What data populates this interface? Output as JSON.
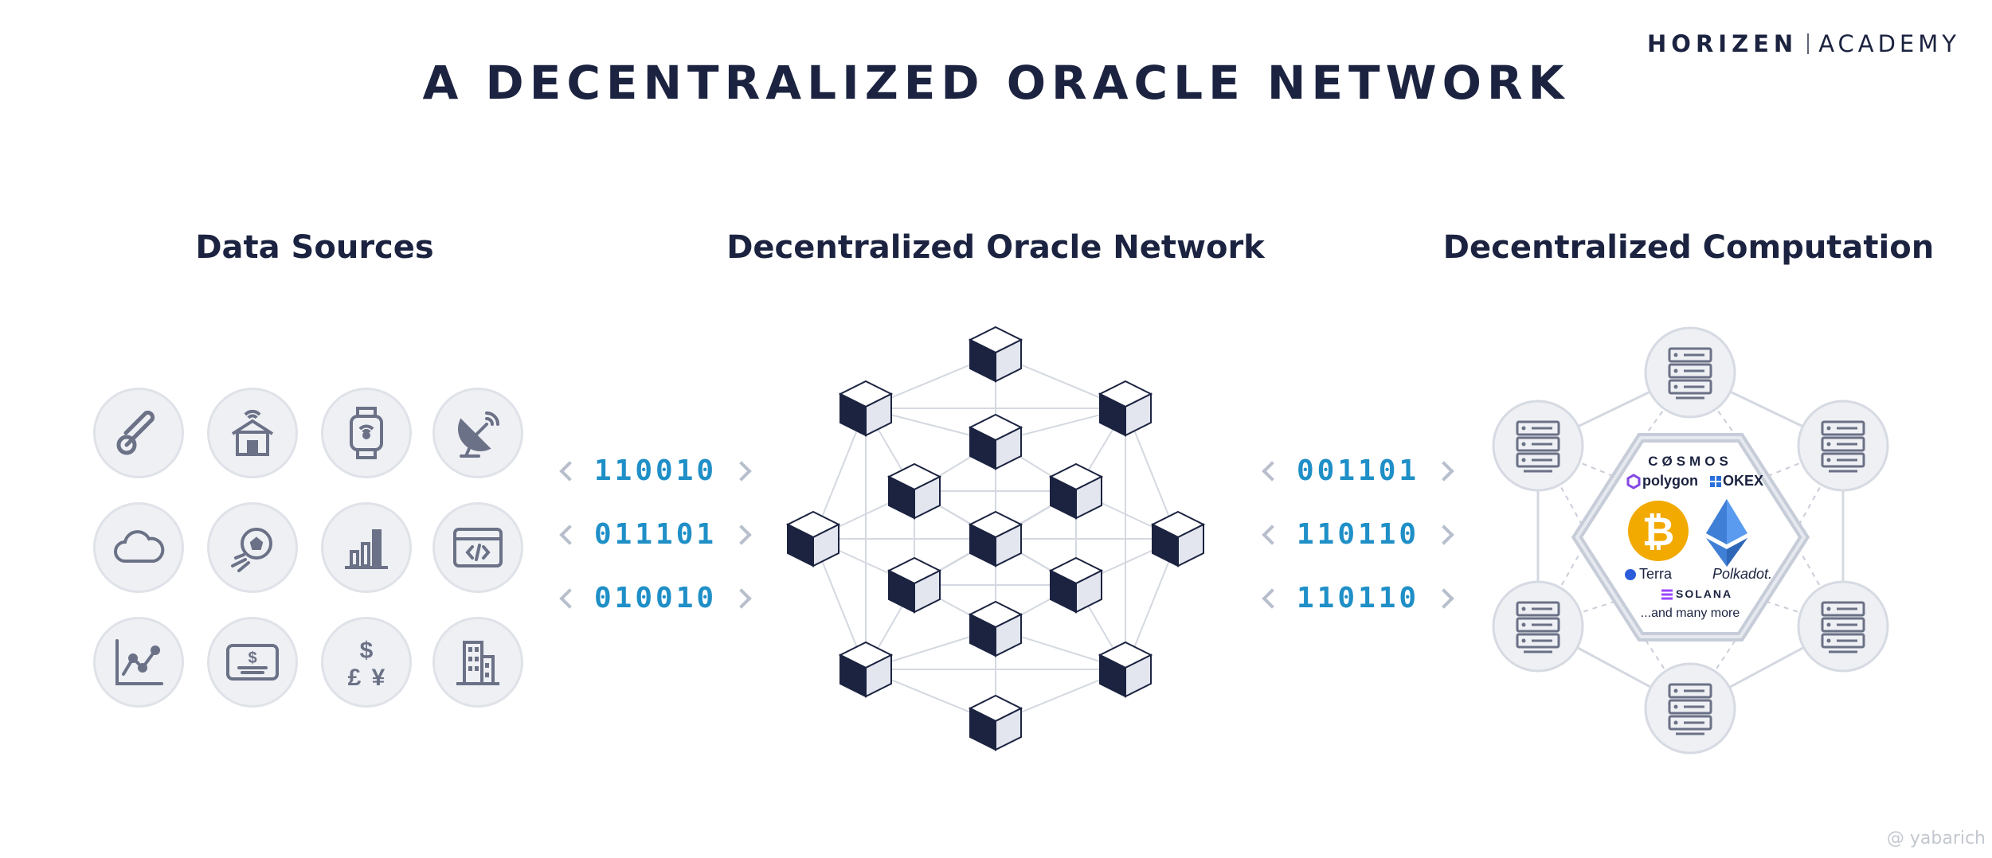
{
  "header": {
    "title": "A DECENTRALIZED ORACLE NETWORK",
    "brand_left": "HORIZEN",
    "brand_right": "ACADEMY"
  },
  "sections": {
    "data_sources": "Data Sources",
    "oracle_network": "Decentralized Oracle Network",
    "computation": "Decentralized Computation"
  },
  "data_source_icons": [
    "thermometer-icon",
    "smart-home-icon",
    "smartwatch-icon",
    "satellite-dish-icon",
    "cloud-icon",
    "soccer-ball-icon",
    "bar-chart-icon",
    "code-window-icon",
    "line-chart-icon",
    "payment-card-icon",
    "currency-icon",
    "building-icon"
  ],
  "streams_left": [
    "110010",
    "011101",
    "010010"
  ],
  "streams_right": [
    "001101",
    "110110",
    "110110"
  ],
  "blockchains": {
    "cosmos": "CØSMOS",
    "polygon": "polygon",
    "okex": "OKEX",
    "terra": "Terra",
    "polkadot": "Polkadot.",
    "solana": "SOLANA",
    "more": "...and many more"
  },
  "watermark": "@ yabarich",
  "colors": {
    "navy": "#1b2340",
    "accent_blue": "#1f8fc7",
    "icon_gray": "#6b7186",
    "circle_fill": "#eef0f4",
    "bitcoin": "#f2a900",
    "ethereum": "#3f7fd6"
  }
}
